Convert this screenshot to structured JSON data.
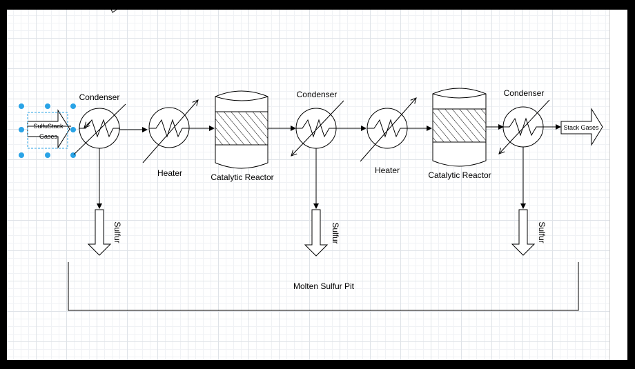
{
  "diagram": {
    "condenser_label": "Condenser",
    "heater_label": "Heater",
    "reactor_label": "Catalytic Reactor",
    "sulfur_label": "Sulfur",
    "inlet_label_line1": "SulfuStack",
    "inlet_label_line2": "Gases",
    "outlet_label": "Stack Gases",
    "pit_label": "Molten Sulfur Pit"
  },
  "colors": {
    "line": "#000000",
    "selection_handle": "#29a3e6",
    "grid_major": "#dfe3e8",
    "grid_minor": "#f0f2f5"
  }
}
